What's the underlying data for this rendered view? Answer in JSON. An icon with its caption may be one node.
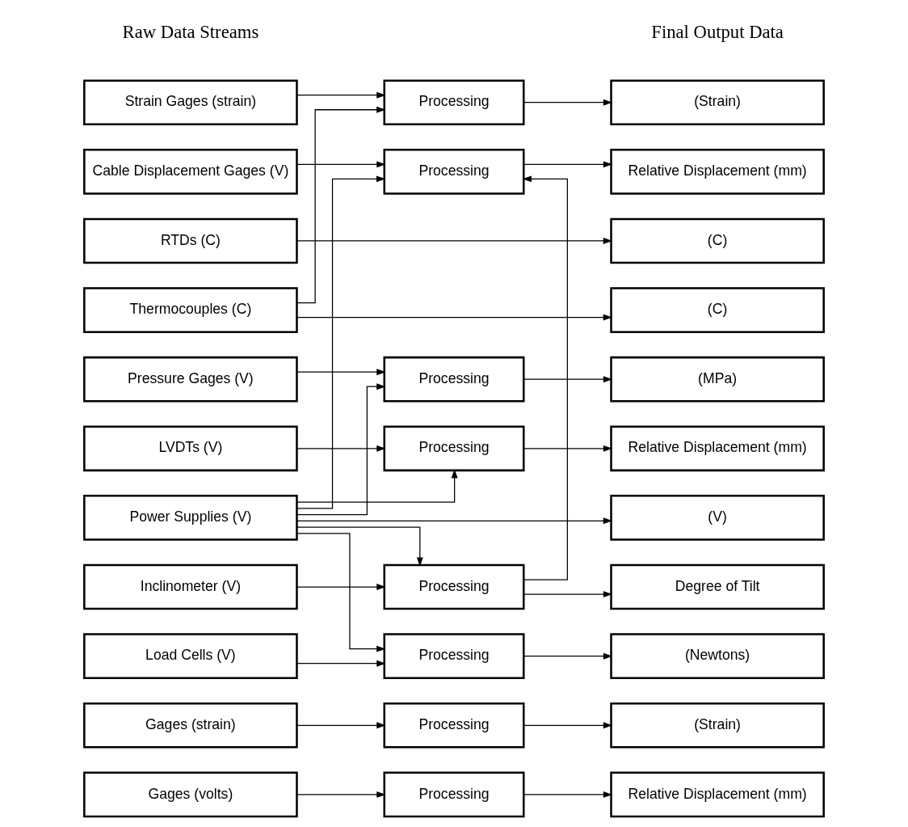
{
  "diagram": {
    "nodes": [
      {
        "text": [
          "Strain Gages (strain)"
        ]
      },
      {
        "text": [
          "Processing"
        ]
      },
      {
        "text": [
          "(Strain)"
        ]
      },
      {
        "text": [
          "Cable Displacement Gages (V)"
        ]
      },
      {
        "text": [
          "Processing"
        ]
      },
      {
        "text": [
          "Relative Displacement (mm)"
        ]
      },
      {
        "text": [
          "RTDs (C)"
        ]
      },
      {
        "text": [
          "(C)"
        ]
      },
      {
        "text": [
          "Thermocouples (C)"
        ]
      },
      {
        "text": [
          "(C)"
        ]
      },
      {
        "text": [
          "Pressure Gages (V)"
        ]
      },
      {
        "text": [
          "Processing"
        ]
      },
      {
        "text": [
          "(MPa)"
        ]
      },
      {
        "text": [
          "LVDTs (V)"
        ]
      },
      {
        "text": [
          "Processing"
        ]
      },
      {
        "text": [
          "Relative Displacement (mm)"
        ]
      },
      {
        "text": [
          "Power Supplies (V)"
        ]
      },
      {
        "text": [
          "(V)"
        ]
      },
      {
        "text": [
          "Inclinometer (V)"
        ]
      },
      {
        "text": [
          "Processing"
        ]
      },
      {
        "text": [
          "Degree of Tilt"
        ]
      },
      {
        "text": [
          "Load Cells (V)"
        ]
      },
      {
        "text": [
          "Processing"
        ]
      },
      {
        "text": [
          "(Newtons)"
        ]
      },
      {
        "text": [
          "Gages (strain)"
        ]
      },
      {
        "text": [
          "Processing"
        ]
      },
      {
        "text": [
          "(Strain)"
        ]
      },
      {
        "text": [
          "Gages (volts)"
        ]
      },
      {
        "text": [
          "Processing"
        ]
      },
      {
        "text": [
          "Relative Displacement (mm)"
        ]
      }
    ],
    "edges": [
      {
        "from": 0,
        "to": 1,
        "arrow": "to"
      },
      {
        "from": 8,
        "to": 1,
        "arrow": "to"
      },
      {
        "from": 1,
        "to": 2,
        "arrow": "to"
      },
      {
        "from": 3,
        "to": 4,
        "arrow": "to"
      },
      {
        "from": 16,
        "to": 4,
        "arrow": "to"
      },
      {
        "from": 4,
        "to": 5,
        "arrow": "to"
      },
      {
        "from": 19,
        "to": 4,
        "arrow": "to"
      },
      {
        "from": 6,
        "to": 7,
        "arrow": "to"
      },
      {
        "from": 8,
        "to": 9,
        "arrow": "to"
      },
      {
        "from": 10,
        "to": 11,
        "arrow": "to"
      },
      {
        "from": 16,
        "to": 11,
        "arrow": "to"
      },
      {
        "from": 11,
        "to": 12,
        "arrow": "to"
      },
      {
        "from": 13,
        "to": 14,
        "arrow": "to"
      },
      {
        "from": 16,
        "to": 14,
        "arrow": "to"
      },
      {
        "from": 14,
        "to": 15,
        "arrow": "to"
      },
      {
        "from": 16,
        "to": 17,
        "arrow": "to"
      },
      {
        "from": 16,
        "to": 19,
        "arrow": "to"
      },
      {
        "from": 18,
        "to": 19,
        "arrow": "to"
      },
      {
        "from": 19,
        "to": 20,
        "arrow": "to"
      },
      {
        "from": 16,
        "to": 22,
        "arrow": "to"
      },
      {
        "from": 21,
        "to": 22,
        "arrow": "to"
      },
      {
        "from": 22,
        "to": 23,
        "arrow": "to"
      },
      {
        "from": 24,
        "to": 25,
        "arrow": "to"
      },
      {
        "from": 25,
        "to": 26,
        "arrow": "to"
      },
      {
        "from": 27,
        "to": 28,
        "arrow": "to"
      },
      {
        "from": 28,
        "to": 29,
        "arrow": "to"
      }
    ],
    "labels": [
      "Raw Data Streams",
      "Final Output Data"
    ]
  }
}
